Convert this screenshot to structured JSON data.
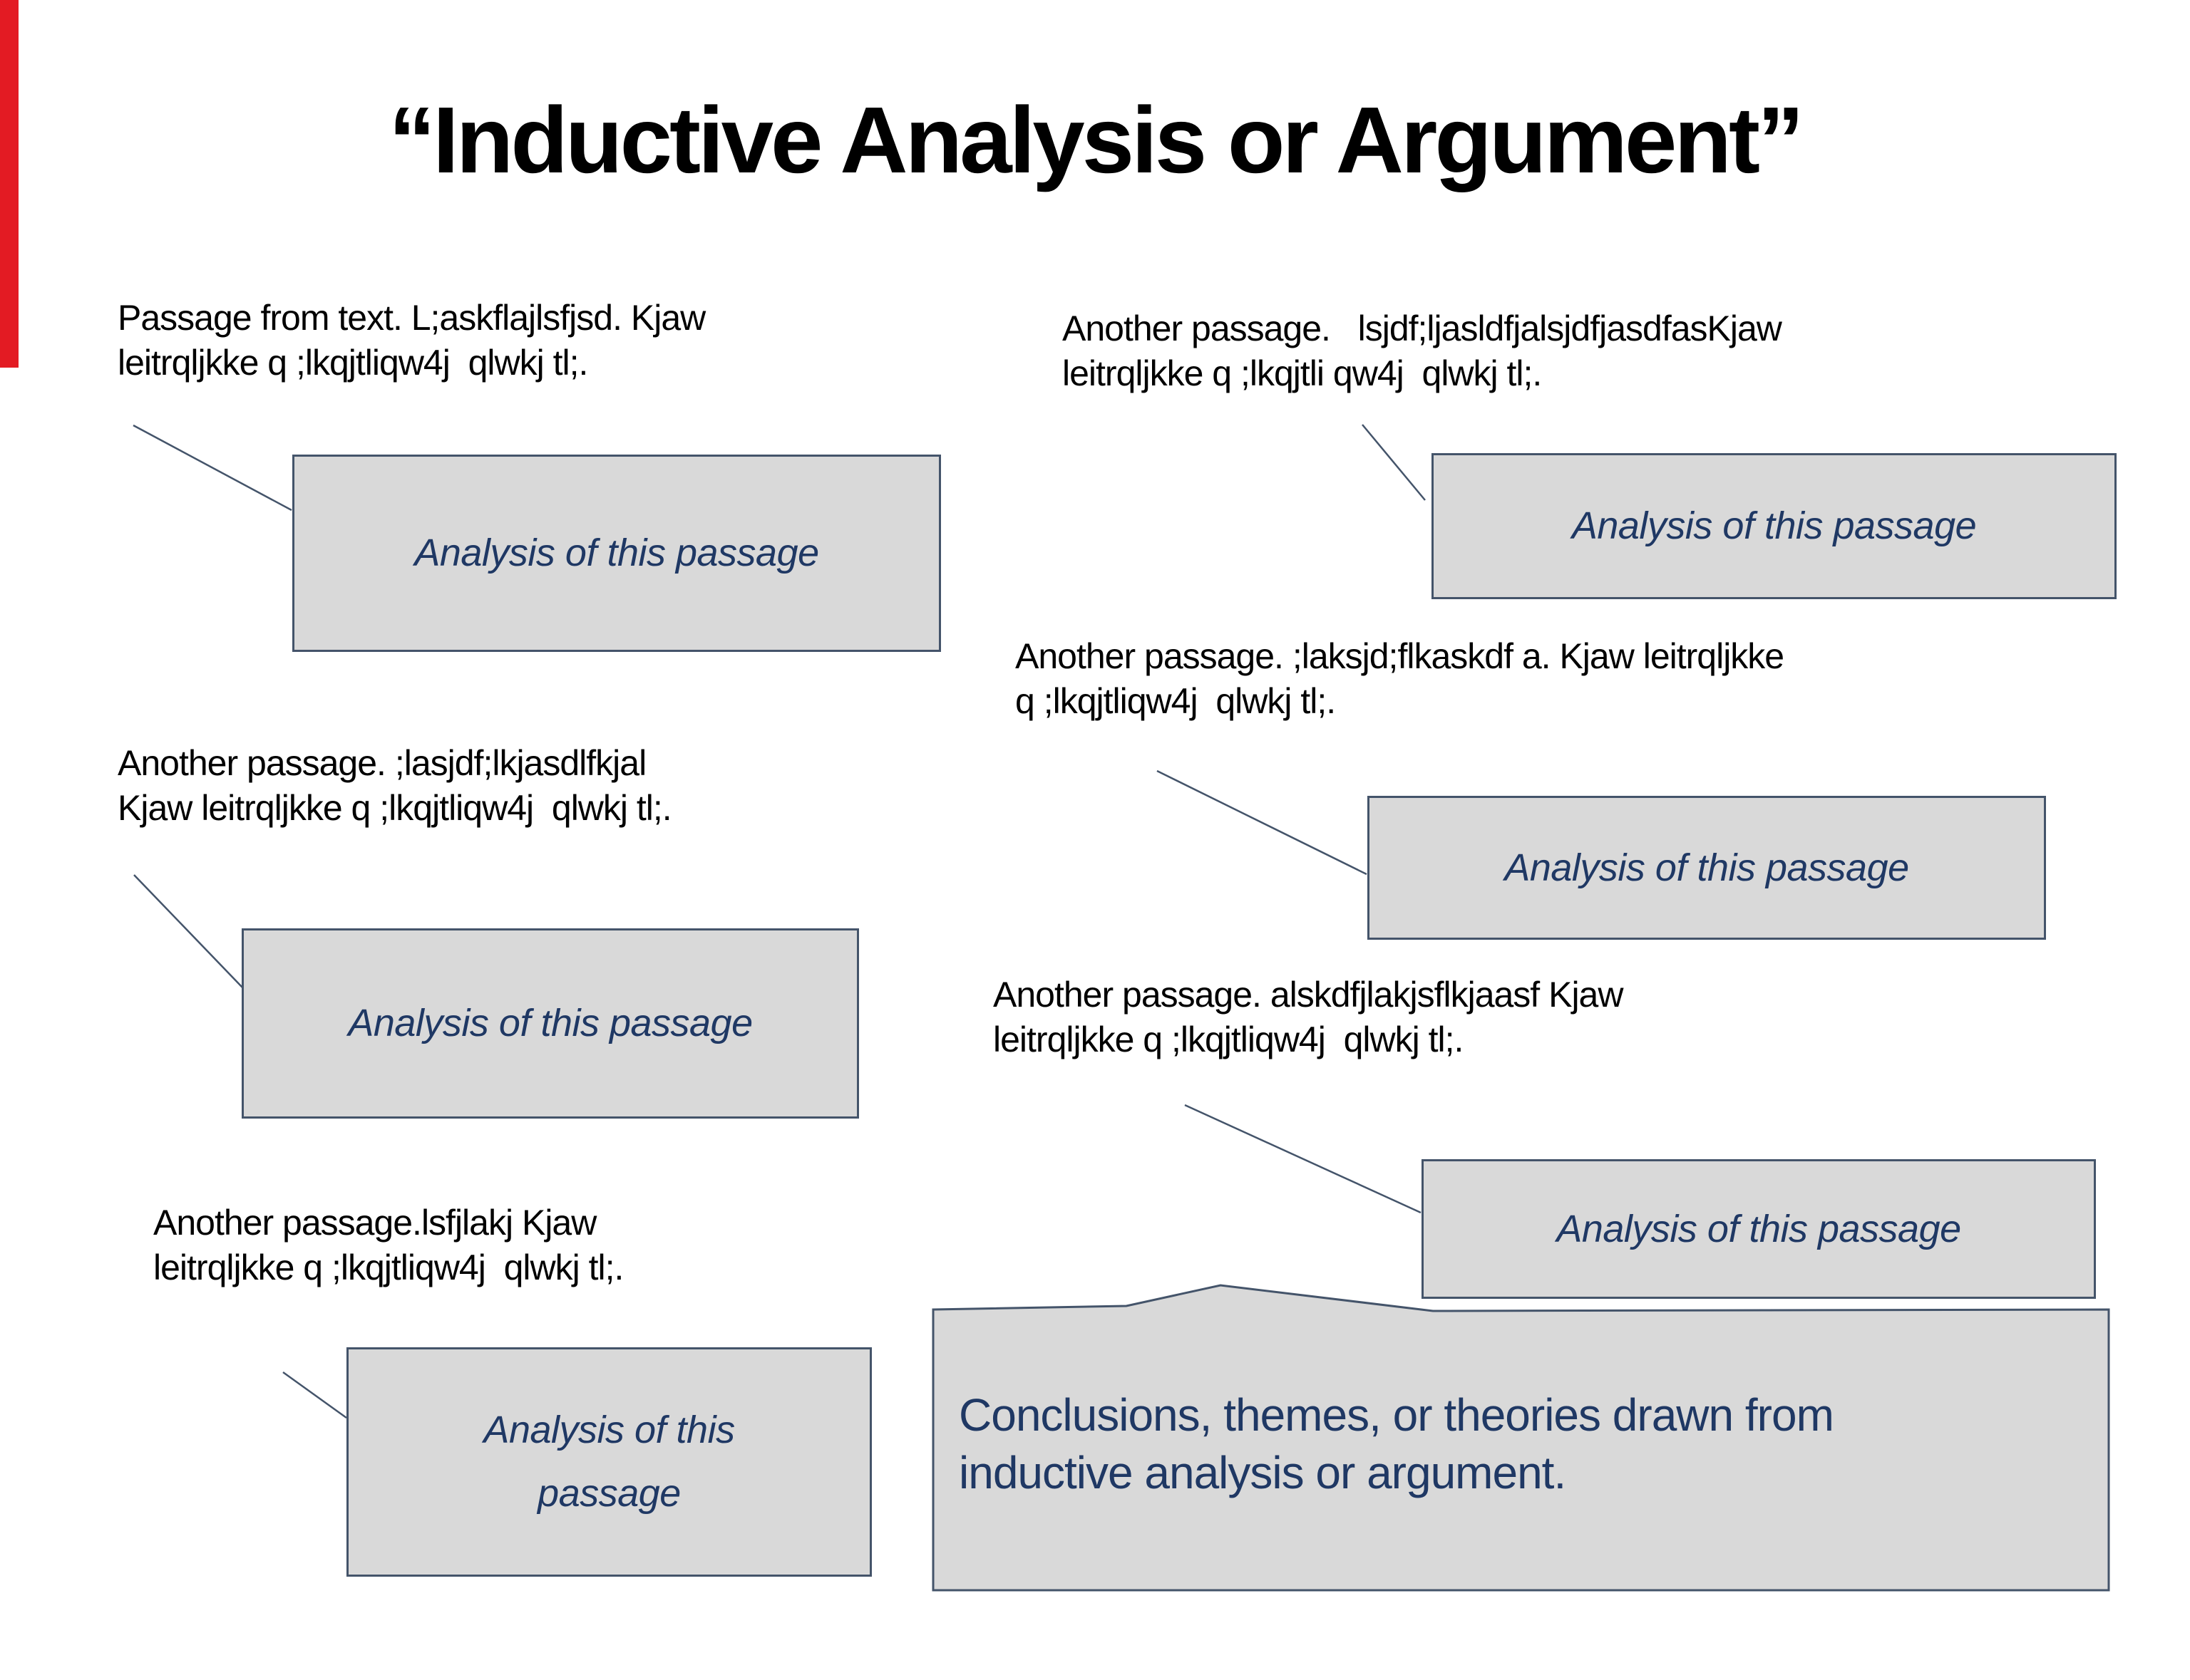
{
  "title": "“Inductive Analysis or Argument”",
  "passages": [
    {
      "id": "left-1",
      "line1": "Passage from text. L;askflajlsfjsd. Kjaw",
      "line2": "leitrqljkke q ;lkqjtliqw4j  qlwkj tl;."
    },
    {
      "id": "left-2",
      "line1": "Another passage. ;lasjdf;lkjasdlfkjal",
      "line2": "Kjaw leitrqljkke q ;lkqjtliqw4j  qlwkj tl;."
    },
    {
      "id": "left-3",
      "line1": "Another passage.lsfjlakj Kjaw",
      "line2": "leitrqljkke q ;lkqjtliqw4j  qlwkj tl;."
    },
    {
      "id": "right-1",
      "line1": "Another passage.   lsjdf;ljasldfjalsjdfjasdfasKjaw",
      "line2": "leitrqljkke q ;lkqjtli qw4j  qlwkj tl;."
    },
    {
      "id": "right-2",
      "line1": "Another passage. ;laksjd;flkaskdf a. Kjaw leitrqljkke",
      "line2": "q ;lkqjtliqw4j  qlwkj tl;."
    },
    {
      "id": "right-3",
      "line1": "Another passage. alskdfjlakjsflkjaasf Kjaw",
      "line2": "leitrqljkke q ;lkqjtliqw4j  qlwkj tl;."
    }
  ],
  "analysis_boxes": [
    {
      "label": "Analysis of this passage"
    },
    {
      "label": "Analysis of this passage"
    },
    {
      "label": "Analysis of this passage"
    },
    {
      "label": "Analysis of this passage"
    },
    {
      "label": "Analysis of this passage"
    },
    {
      "label": "Analysis of this passage"
    }
  ],
  "conclusion": {
    "line1": "Conclusions, themes, or theories drawn from",
    "line2": "inductive analysis or argument."
  },
  "colors": {
    "background": "#ffffff",
    "accent_bar": "#e31b23",
    "title_text": "#000000",
    "passage_text": "#000000",
    "box_fill": "#d9d9d9",
    "box_border": "#44546a",
    "analysis_text": "#1f3864",
    "conclusion_text": "#1f3864",
    "connector_line": "#44546a"
  }
}
